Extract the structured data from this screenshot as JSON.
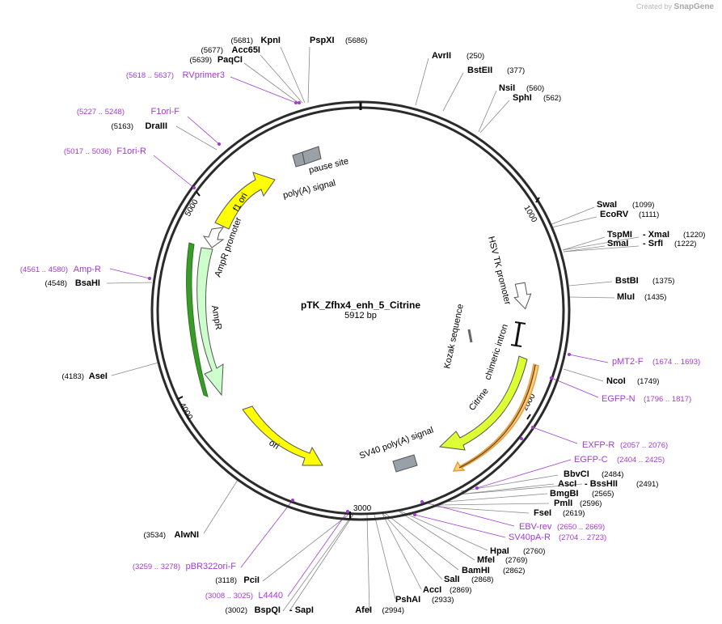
{
  "app": {
    "credit_prefix": "Created by",
    "credit_brand": "SnapGene"
  },
  "plasmid": {
    "name": "pTK_Zfhx4_enh_5_Citrine",
    "size": "5912 bp"
  },
  "ticks": [
    "1000",
    "2000",
    "3000",
    "4000",
    "5000"
  ],
  "features": [
    {
      "key": "pause_site",
      "label": "pause site"
    },
    {
      "key": "polyA_signal",
      "label": "poly(A) signal"
    },
    {
      "key": "f1_ori",
      "label": "f1 ori"
    },
    {
      "key": "AmpR_promoter",
      "label": "AmpR promoter"
    },
    {
      "key": "AmpR",
      "label": "AmpR"
    },
    {
      "key": "ori",
      "label": "ori"
    },
    {
      "key": "HSV_TK_promoter",
      "label": "HSV TK promoter"
    },
    {
      "key": "Kozak",
      "label": "Kozak sequence"
    },
    {
      "key": "chimeric_intron",
      "label": "chimeric intron"
    },
    {
      "key": "Citrine",
      "label": "Citrine"
    },
    {
      "key": "SV40_polyA",
      "label": "SV40 poly(A) signal"
    }
  ],
  "enzymes": [
    {
      "key": "KpnI",
      "name": "KpnI",
      "pos": "(5681)"
    },
    {
      "key": "PspXI",
      "name": "PspXI",
      "pos": "(5686)"
    },
    {
      "key": "Acc65I",
      "name": "Acc65I",
      "pos": "(5677)"
    },
    {
      "key": "PaqCI",
      "name": "PaqCI",
      "pos": "(5639)"
    },
    {
      "key": "AvrII",
      "name": "AvrII",
      "pos": "(250)"
    },
    {
      "key": "BstEII",
      "name": "BstEII",
      "pos": "(377)"
    },
    {
      "key": "NsiI",
      "name": "NsiI",
      "pos": "(560)"
    },
    {
      "key": "SphI",
      "name": "SphI",
      "pos": "(562)"
    },
    {
      "key": "DraIII",
      "name": "DraIII",
      "pos": "(5163)"
    },
    {
      "key": "SwaI",
      "name": "SwaI",
      "pos": "(1099)"
    },
    {
      "key": "EcoRV",
      "name": "EcoRV",
      "pos": "(1111)"
    },
    {
      "key": "TspMI",
      "name": "TspMI",
      "pos": ""
    },
    {
      "key": "XmaI",
      "name": "- XmaI",
      "pos": "(1220)"
    },
    {
      "key": "SmaI",
      "name": "SmaI",
      "pos": ""
    },
    {
      "key": "SrfI",
      "name": "- SrfI",
      "pos": "(1222)"
    },
    {
      "key": "BstBI",
      "name": "BstBI",
      "pos": "(1375)"
    },
    {
      "key": "MluI",
      "name": "MluI",
      "pos": "(1435)"
    },
    {
      "key": "BsaHI",
      "name": "BsaHI",
      "pos": "(4548)"
    },
    {
      "key": "NcoI",
      "name": "NcoI",
      "pos": "(1749)"
    },
    {
      "key": "AseI",
      "name": "AseI",
      "pos": "(4183)"
    },
    {
      "key": "BbvCI",
      "name": "BbvCI",
      "pos": "(2484)"
    },
    {
      "key": "AscI",
      "name": "AscI",
      "pos": ""
    },
    {
      "key": "BssHII",
      "name": "- BssHII",
      "pos": "(2491)"
    },
    {
      "key": "BmgBI",
      "name": "BmgBI",
      "pos": "(2565)"
    },
    {
      "key": "PmlI",
      "name": "PmlI",
      "pos": "(2596)"
    },
    {
      "key": "FseI",
      "name": "FseI",
      "pos": "(2619)"
    },
    {
      "key": "AlwNI",
      "name": "AlwNI",
      "pos": "(3534)"
    },
    {
      "key": "HpaI",
      "name": "HpaI",
      "pos": "(2760)"
    },
    {
      "key": "MfeI",
      "name": "MfeI",
      "pos": "(2769)"
    },
    {
      "key": "BamHI",
      "name": "BamHI",
      "pos": "(2862)"
    },
    {
      "key": "SalI",
      "name": "SalI",
      "pos": "(2868)"
    },
    {
      "key": "AccI",
      "name": "AccI",
      "pos": "(2869)"
    },
    {
      "key": "PshAI",
      "name": "PshAI",
      "pos": "(2933)"
    },
    {
      "key": "PciI",
      "name": "PciI",
      "pos": "(3118)"
    },
    {
      "key": "BspQI",
      "name": "BspQI",
      "pos": "(3002)"
    },
    {
      "key": "SapI",
      "name": "- SapI",
      "pos": ""
    },
    {
      "key": "AfeI",
      "name": "AfeI",
      "pos": "(2994)"
    }
  ],
  "primers": [
    {
      "key": "RVprimer3",
      "name": "RVprimer3",
      "range": "(5618 .. 5637)"
    },
    {
      "key": "F1ori_F",
      "name": "F1ori-F",
      "range": "(5227 .. 5248)"
    },
    {
      "key": "F1ori_R",
      "name": "F1ori-R",
      "range": "(5017 .. 5036)"
    },
    {
      "key": "Amp_R",
      "name": "Amp-R",
      "range": "(4561 .. 4580)"
    },
    {
      "key": "pMT2_F",
      "name": "pMT2-F",
      "range": "(1674 .. 1693)"
    },
    {
      "key": "EGFP_N",
      "name": "EGFP-N",
      "range": "(1796 .. 1817)"
    },
    {
      "key": "EXFP_R",
      "name": "EXFP-R",
      "range": "(2057 .. 2076)"
    },
    {
      "key": "EGFP_C",
      "name": "EGFP-C",
      "range": "(2404 .. 2425)"
    },
    {
      "key": "EBV_rev",
      "name": "EBV-rev",
      "range": "(2650 .. 2669)"
    },
    {
      "key": "SV40pA_R",
      "name": "SV40pA-R",
      "range": "(2704 .. 2723)"
    },
    {
      "key": "pBR322ori_F",
      "name": "pBR322ori-F",
      "range": "(3259 .. 3278)"
    },
    {
      "key": "L4440",
      "name": "L4440",
      "range": "(3008 .. 3025)"
    }
  ],
  "colors": {
    "ring": "#2b2b2b",
    "enzyme_text": "#000000",
    "primer": "#a23bd0",
    "f1_ori": "#ffff00",
    "ori": "#ffff00",
    "AmpR": "#ccffcc",
    "Citrine": "#ddff33",
    "terminator": "#9aa0a8",
    "highlight": "#ffcc80"
  }
}
